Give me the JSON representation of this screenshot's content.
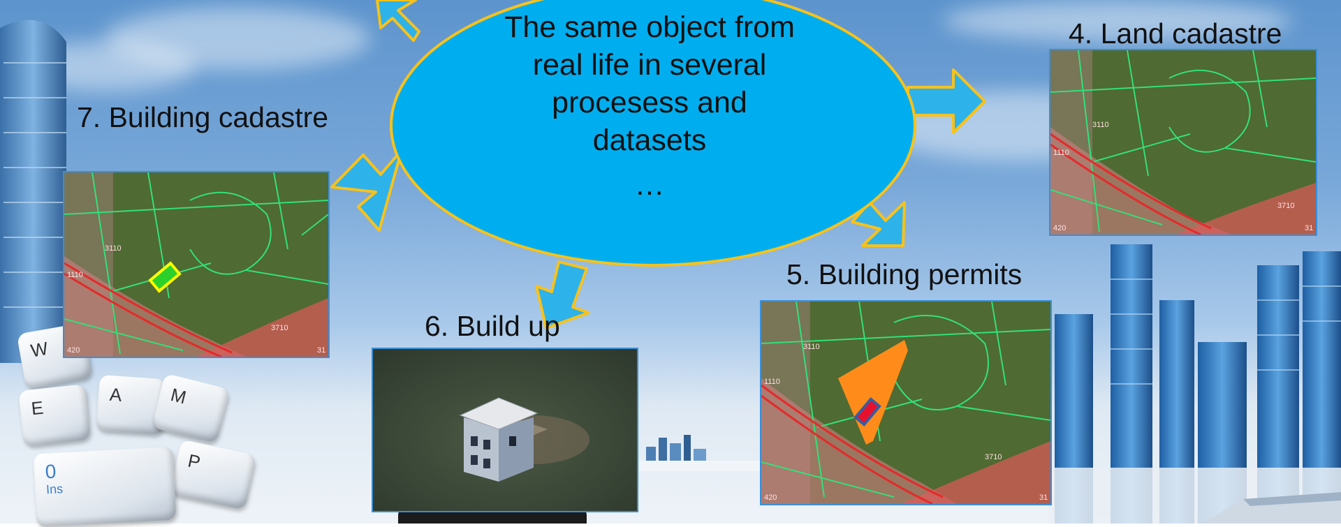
{
  "center": {
    "lines": [
      "The same object from",
      "real life in several",
      "procesess and",
      "datasets",
      "…"
    ]
  },
  "labels": {
    "land_cadastre": "4. Land cadastre",
    "building_cadastre": "7. Building cadastre",
    "building_permits": "5. Building permits",
    "build_up": "6. Build up"
  },
  "map_labels": {
    "parcel_a": "3110",
    "parcel_b": "1110",
    "road": "3710",
    "corner_left": "420",
    "corner_right": "31"
  },
  "keyboard_keys": [
    "W",
    "E",
    "A",
    "M",
    "P"
  ],
  "numpad_key": {
    "digit": "0",
    "sub": "Ins"
  },
  "colors": {
    "bubble_fill": "#00aeef",
    "bubble_stroke": "#f7c21b",
    "arrow_fill": "#2eb2ea",
    "arrow_stroke": "#f7c21b",
    "map_base": "#4f6a32",
    "map_parcel_line": "#33e07a",
    "map_road": "#e05a5a",
    "building_highlight_green": "#2bd02b",
    "building_highlight_yellow": "#ffff00",
    "permit_area": "#ff8c1a",
    "permit_building": "#e8112d"
  }
}
